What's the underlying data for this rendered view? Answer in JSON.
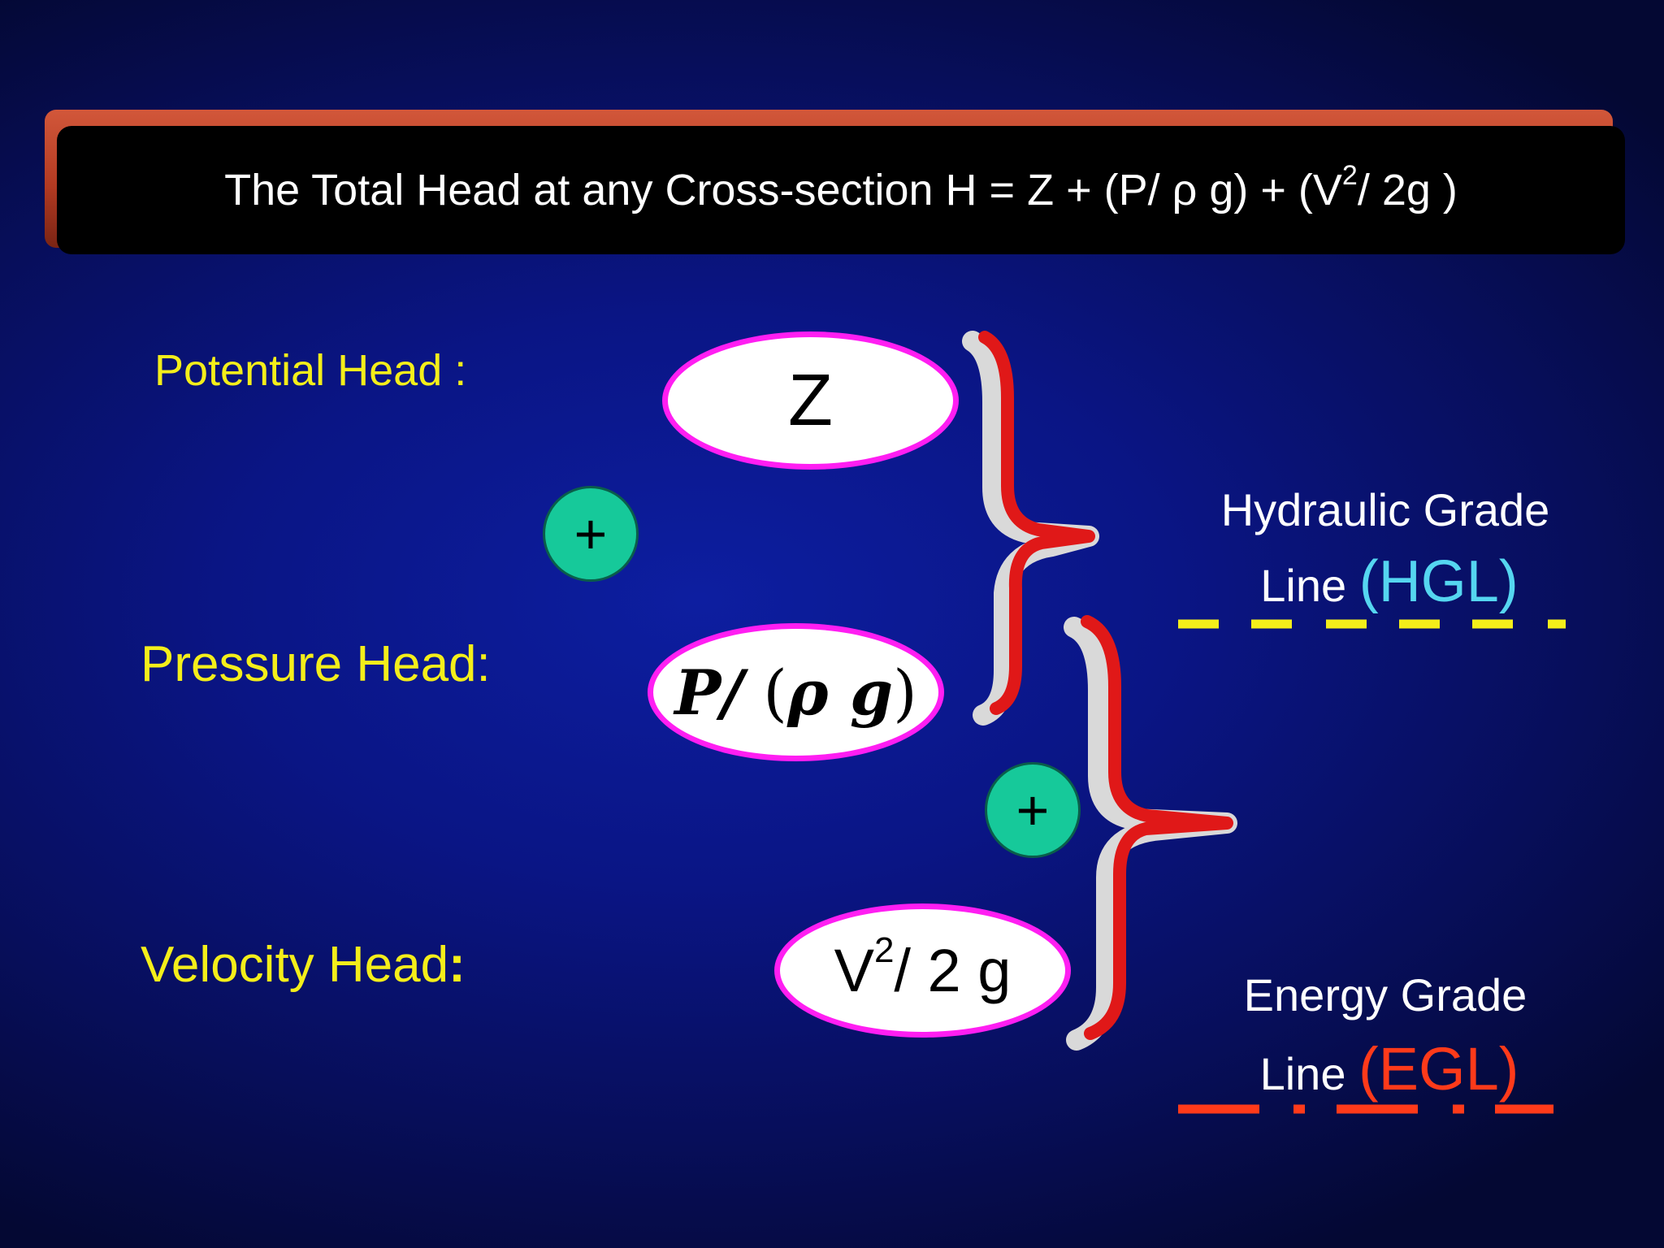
{
  "title": {
    "prefix": "The Total Head at any Cross-section H = Z + (P/ ρ g) + (V",
    "exponent": "2",
    "suffix": "/ 2g )"
  },
  "labels": {
    "potential": "Potential Head :",
    "pressure": "Pressure Head:",
    "velocity": "Velocity Head",
    "velocity_colon": ":"
  },
  "terms": {
    "z": "Z",
    "pressure_num": "P/",
    "pressure_open": " (",
    "pressure_rho": "ρ g",
    "pressure_close": ")",
    "velocity_base": "V",
    "velocity_exp": "2",
    "velocity_rest": "/ 2 g"
  },
  "plus_symbol": "+",
  "hgl": {
    "line1": "Hydraulic Grade",
    "line2": "Line ",
    "acronym": "(HGL)",
    "color": "#55d6f0",
    "line_color": "#f4ee1a"
  },
  "egl": {
    "line1": "Energy Grade",
    "line2": "Line ",
    "acronym": "(EGL)",
    "color": "#ff3a1a",
    "line_color": "#ff3a1a"
  },
  "colors": {
    "label": "#f4ee1a",
    "ellipse_border": "#ff1ef2",
    "plus_fill": "#16c99a",
    "brace": "#e01818"
  }
}
